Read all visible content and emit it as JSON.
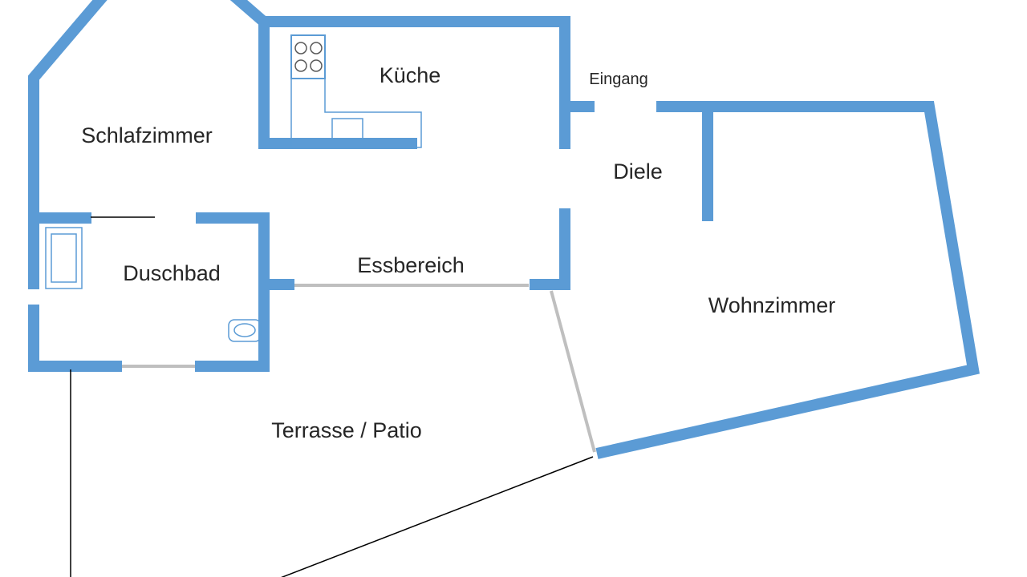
{
  "colors": {
    "wall": "#5b9bd5",
    "fixture": "#5b9bd5",
    "opening": "#bfbfbf",
    "boundary": "#000000",
    "label": "#262626",
    "background": "#ffffff"
  },
  "rooms": {
    "schlafzimmer": {
      "label": "Schlafzimmer"
    },
    "kueche": {
      "label": "Küche"
    },
    "eingang": {
      "label": "Eingang"
    },
    "diele": {
      "label": "Diele"
    },
    "duschbad": {
      "label": "Duschbad"
    },
    "essbereich": {
      "label": "Essbereich"
    },
    "wohnzimmer": {
      "label": "Wohnzimmer"
    },
    "terrasse": {
      "label": "Terrasse / Patio"
    }
  },
  "fixtures": {
    "stove": "stove-icon",
    "sink": "sink-icon",
    "toilet": "toilet-icon",
    "shower": "shower-tub-icon"
  }
}
